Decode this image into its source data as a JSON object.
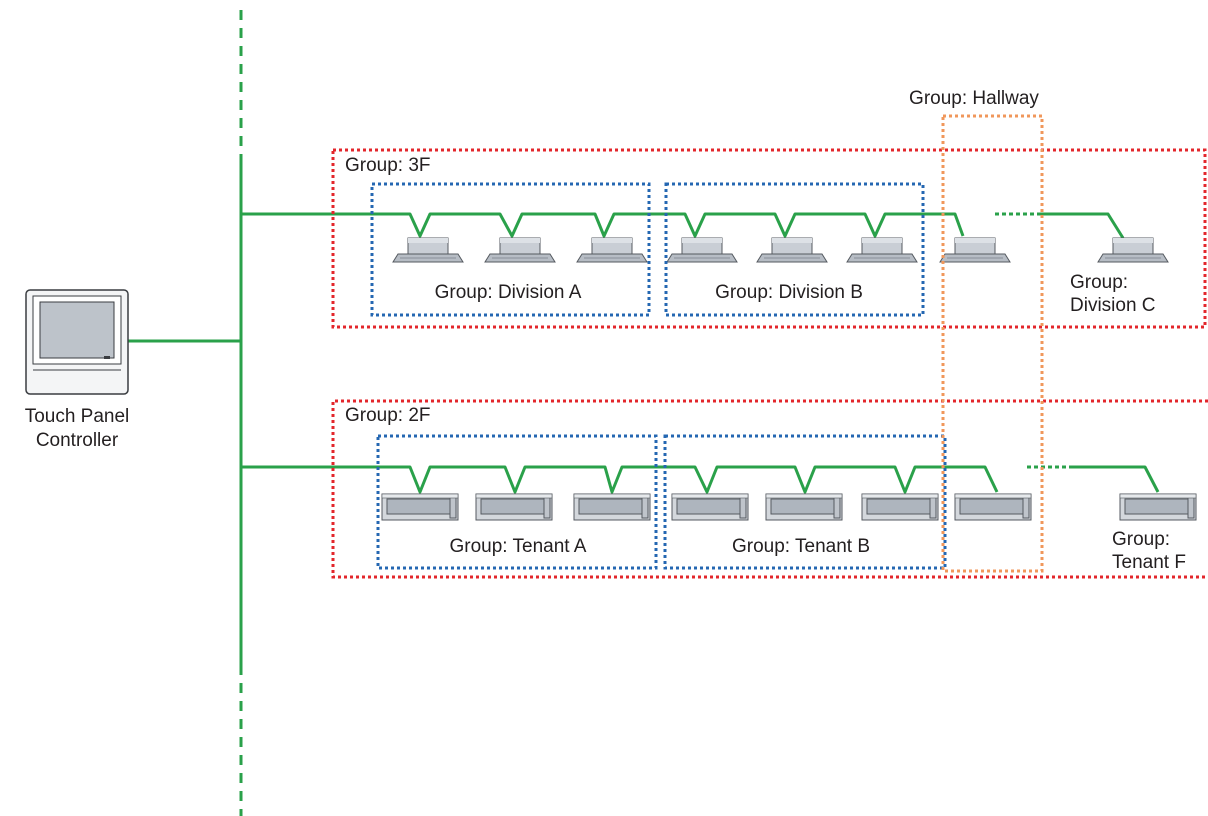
{
  "controller": {
    "label_line1": "Touch Panel",
    "label_line2": "Controller"
  },
  "floors": {
    "floor3": {
      "label": "Group: 3F"
    },
    "floor2": {
      "label": "Group: 2F"
    }
  },
  "groups": {
    "hallway": "Group: Hallway",
    "division_a": "Group: Division A",
    "division_b": "Group: Division B",
    "division_c_line1": "Group:",
    "division_c_line2": "Division C",
    "tenant_a": "Group: Tenant A",
    "tenant_b": "Group: Tenant B",
    "tenant_f_line1": "Group:",
    "tenant_f_line2": "Tenant F"
  },
  "colors": {
    "bus_line": "#2aa14a",
    "floor_group_border": "#e3262b",
    "sub_group_border": "#2467b2",
    "hallway_group_border": "#f0975b",
    "unit_fill": "#c7ccd3",
    "unit_stroke": "#555a60",
    "text": "#231f20"
  },
  "icons": {
    "controller": "touch-panel-controller-icon",
    "cassette_unit": "ceiling-cassette-unit-icon",
    "duct_unit": "ceiling-concealed-duct-unit-icon"
  }
}
